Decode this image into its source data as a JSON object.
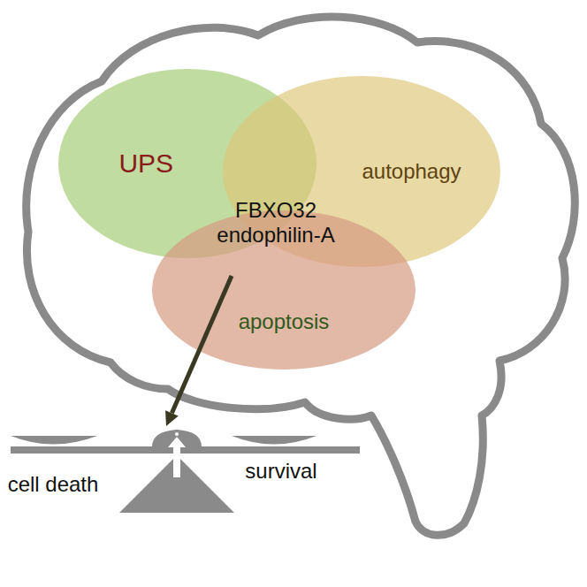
{
  "diagram": {
    "nodes": [
      {
        "text": [
          "UPS"
        ]
      },
      {
        "text": [
          "autophagy"
        ]
      },
      {
        "text": [
          "apoptosis"
        ]
      }
    ],
    "labels": [
      "FBXO32 endophilin-A",
      "cell death",
      "survival"
    ]
  }
}
